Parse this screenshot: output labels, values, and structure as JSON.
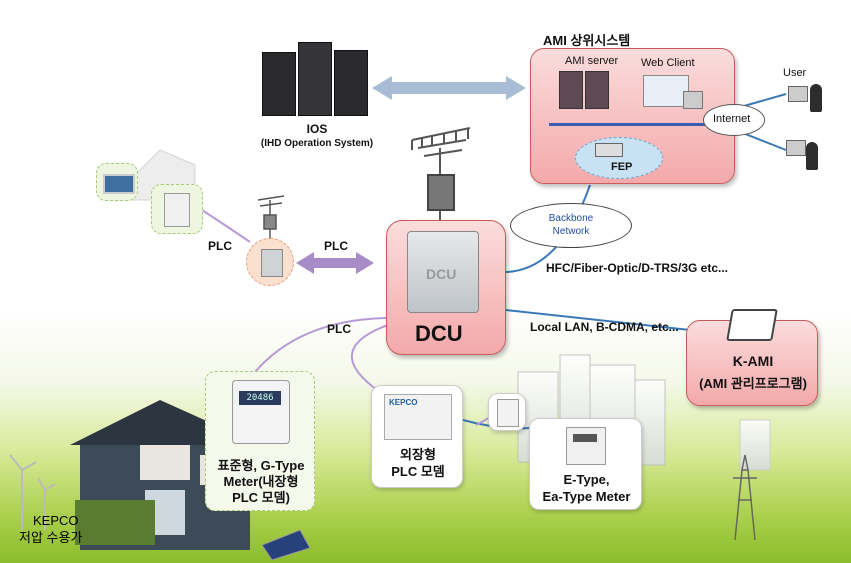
{
  "ami_upper_system": {
    "title": "AMI 상위시스템",
    "ami_server": "AMI server",
    "web_client": "Web Client",
    "fep": "FEP"
  },
  "ios": {
    "title": "IOS",
    "subtitle": "(IHD  Operation System)"
  },
  "user": "User",
  "internet": "Internet",
  "backbone": {
    "line1": "Backbone",
    "line2": "Network"
  },
  "hfc_label": "HFC/Fiber-Optic/D-TRS/3G etc...",
  "local_lan_label": "Local LAN, B-CDMA, etc...",
  "dcu": {
    "label": "DCU",
    "panel_text": "DCU"
  },
  "plc_labels": {
    "left": "PLC",
    "arrow": "PLC",
    "lower": "PLC"
  },
  "kami": {
    "line1": "K-AMI",
    "line2": "(AMI 관리프로그램)"
  },
  "g_meter": {
    "line1": "표준형, G-Type",
    "line2": "Meter(내장형",
    "line3": "PLC 모뎀)",
    "display": "20486"
  },
  "plc_modem": {
    "line1": "외장형",
    "line2": "PLC 모뎀",
    "brand": "KEPCO"
  },
  "e_meter": {
    "line1": "E-Type,",
    "line2": "Ea-Type Meter"
  },
  "kepco_customer": {
    "line1": "KEPCO",
    "line2": "저압 수용가"
  },
  "colors": {
    "pink": "#f4a9aa",
    "arrow": "#a8bcd6",
    "plc_arrow": "#a88cc8",
    "blue_line": "#3b78b8",
    "purple_line": "#b69ad6"
  }
}
